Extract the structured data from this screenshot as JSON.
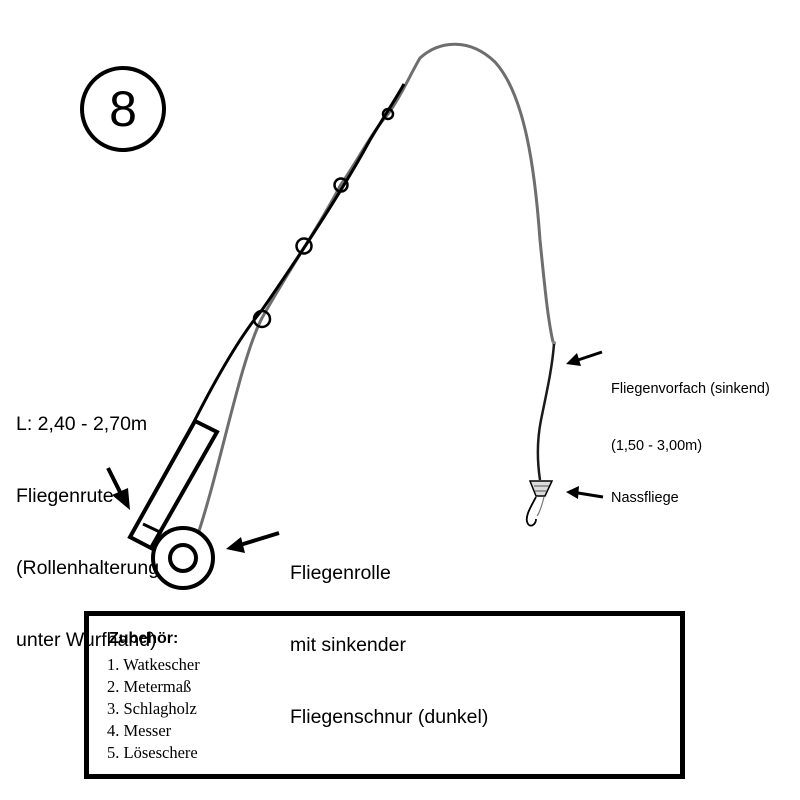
{
  "badge": {
    "number": "8"
  },
  "labels": {
    "rod": [
      "L: 2,40 - 2,70m",
      "Fliegenrute",
      "(Rollenhalterung",
      "unter Wurfhand)"
    ],
    "reel": [
      "Fliegenrolle",
      "mit sinkender",
      "Fliegenschnur (dunkel)"
    ],
    "leader": [
      "Fliegenvorfach (sinkend)",
      "(1,50 - 3,00m)"
    ],
    "fly": "Nassfliege"
  },
  "accessories": {
    "title": "Zubehör:",
    "items": [
      "1. Watkescher",
      "2. Metermaß",
      "3. Schlagholz",
      "4. Messer",
      "5. Löseschere"
    ]
  },
  "colors": {
    "rod": "#000000",
    "line": "#6e6e6e",
    "leader": "#1a1a1a",
    "fly_body": "#dcdcdc"
  }
}
